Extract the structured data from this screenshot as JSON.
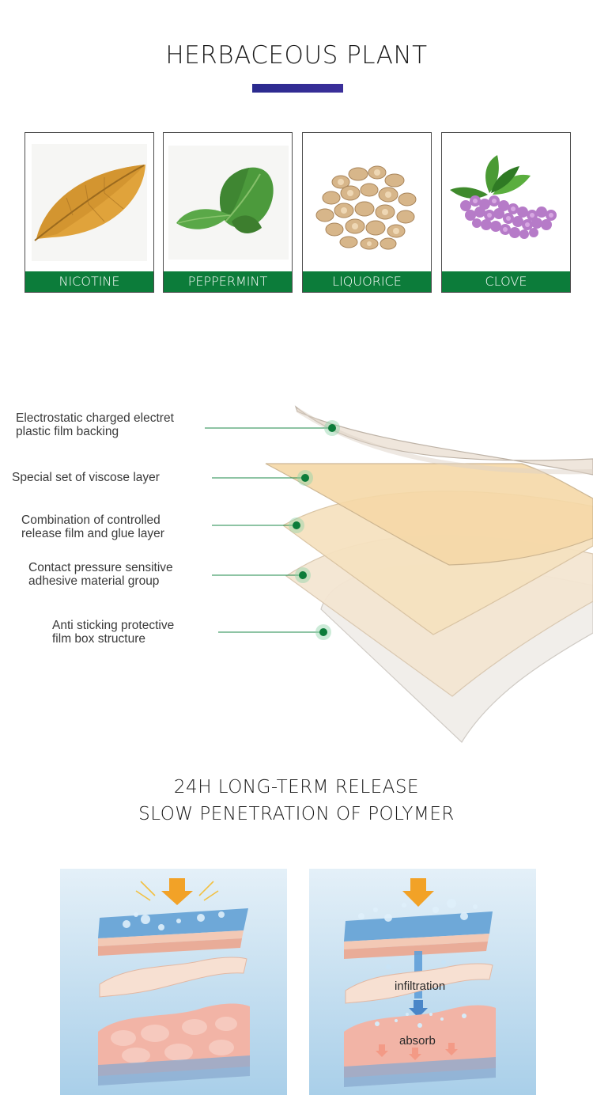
{
  "herbaceous": {
    "title": "HERBACEOUS PLANT",
    "accent_color": "#2a2a8e",
    "label_color": "#0c7c3a",
    "plants": [
      {
        "label": "NICOTINE",
        "icon": "tobacco-leaf-icon"
      },
      {
        "label": "PEPPERMINT",
        "icon": "mint-leaf-icon"
      },
      {
        "label": "LIQUORICE",
        "icon": "liquorice-slices-icon"
      },
      {
        "label": "CLOVE",
        "icon": "clove-flower-icon"
      }
    ]
  },
  "layers": {
    "items": [
      {
        "line1": "Electrostatic charged electret",
        "line2": "plastic film backing"
      },
      {
        "line1": "Special set of viscose layer",
        "line2": ""
      },
      {
        "line1": "Combination of controlled",
        "line2": "release film and glue layer"
      },
      {
        "line1": "Contact pressure sensitive",
        "line2": "adhesive material group"
      },
      {
        "line1": "Anti sticking protective",
        "line2": "film box structure"
      }
    ]
  },
  "release": {
    "title_line1": "24H LONG-TERM RELEASE",
    "title_line2": "SLOW PENETRATION OF POLYMER",
    "panel_right": {
      "label_infiltration": "infiltration",
      "label_absorb": "absorb"
    }
  }
}
